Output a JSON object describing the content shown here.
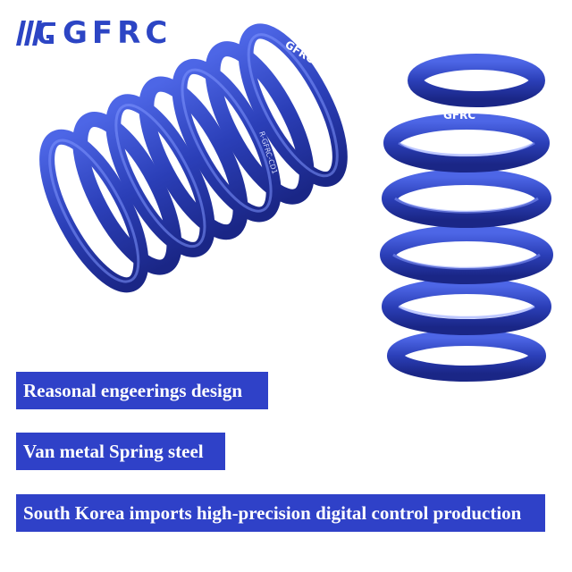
{
  "brand": {
    "name": "GFRC",
    "primary_color": "#2c45c4",
    "banner_color": "#2f41c8",
    "spring_color": "#2b3fb8"
  },
  "spring_markings": {
    "left_label": "GFRC",
    "left_code": "R-GFRC-CD1",
    "right_label": "GFRC"
  },
  "features": [
    {
      "text": "Reasonal engeerings design"
    },
    {
      "text": "Van metal Spring steel"
    },
    {
      "text": "South Korea imports high-precision digital control production"
    }
  ]
}
